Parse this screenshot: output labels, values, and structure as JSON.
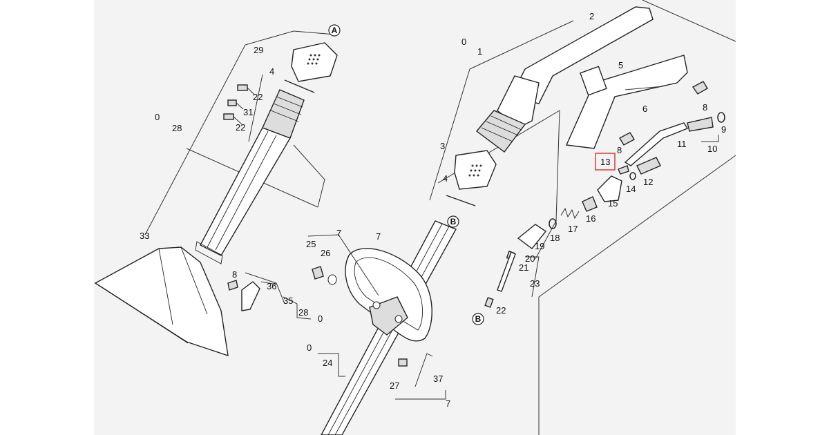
{
  "diagram": {
    "callouts": [
      {
        "id": "c0a",
        "text": "0"
      },
      {
        "id": "c1",
        "text": "1"
      },
      {
        "id": "c2",
        "text": "2"
      },
      {
        "id": "c3",
        "text": "3"
      },
      {
        "id": "c4a",
        "text": "4"
      },
      {
        "id": "c4b",
        "text": "4"
      },
      {
        "id": "c5",
        "text": "5"
      },
      {
        "id": "c6",
        "text": "6"
      },
      {
        "id": "c7a",
        "text": "7"
      },
      {
        "id": "c7b",
        "text": "7"
      },
      {
        "id": "c7c",
        "text": "7"
      },
      {
        "id": "c8a",
        "text": "8"
      },
      {
        "id": "c8b",
        "text": "8"
      },
      {
        "id": "c8c",
        "text": "8"
      },
      {
        "id": "c9",
        "text": "9"
      },
      {
        "id": "c10",
        "text": "10"
      },
      {
        "id": "c11",
        "text": "11"
      },
      {
        "id": "c12",
        "text": "12"
      },
      {
        "id": "c13",
        "text": "13"
      },
      {
        "id": "c14",
        "text": "14"
      },
      {
        "id": "c15",
        "text": "15"
      },
      {
        "id": "c16",
        "text": "16"
      },
      {
        "id": "c17",
        "text": "17"
      },
      {
        "id": "c18",
        "text": "18"
      },
      {
        "id": "c19",
        "text": "19"
      },
      {
        "id": "c20",
        "text": "20"
      },
      {
        "id": "c21",
        "text": "21"
      },
      {
        "id": "c22a",
        "text": "22"
      },
      {
        "id": "c22b",
        "text": "22"
      },
      {
        "id": "c22c",
        "text": "22"
      },
      {
        "id": "c23",
        "text": "23"
      },
      {
        "id": "c24",
        "text": "24"
      },
      {
        "id": "c25",
        "text": "25"
      },
      {
        "id": "c26",
        "text": "26"
      },
      {
        "id": "c27",
        "text": "27"
      },
      {
        "id": "c28a",
        "text": "28"
      },
      {
        "id": "c28b",
        "text": "28"
      },
      {
        "id": "c29",
        "text": "29"
      },
      {
        "id": "c31",
        "text": "31"
      },
      {
        "id": "c33",
        "text": "33"
      },
      {
        "id": "c35",
        "text": "35"
      },
      {
        "id": "c36",
        "text": "36"
      },
      {
        "id": "c37",
        "text": "37"
      },
      {
        "id": "c0b",
        "text": "0"
      },
      {
        "id": "c0c",
        "text": "0"
      },
      {
        "id": "c0d",
        "text": "0"
      }
    ],
    "markers": {
      "a": "A",
      "b1": "B",
      "b2": "B"
    },
    "highlight": {
      "label": "13",
      "color": "#d9302c"
    }
  }
}
